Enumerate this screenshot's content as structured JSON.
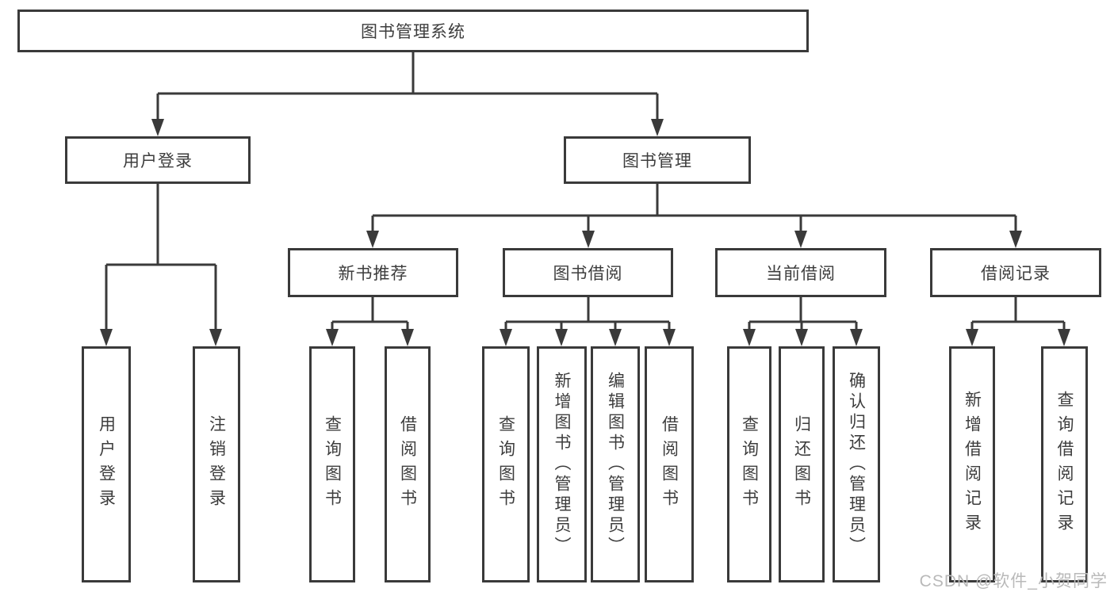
{
  "nodes": {
    "root": "图书管理系统",
    "user_login": "用户登录",
    "book_mgmt": "图书管理",
    "new_book": "新书推荐",
    "book_borrow": "图书借阅",
    "current_borrow": "当前借阅",
    "borrow_record": "借阅记录",
    "leaf_user_login": "用户登录",
    "leaf_logout": "注销登录",
    "leaf_nb_query": "查询图书",
    "leaf_nb_borrow": "借阅图书",
    "leaf_bb_query": "查询图书",
    "leaf_bb_add": "新增图书（管理员）",
    "leaf_bb_edit": "编辑图书（管理员）",
    "leaf_bb_borrow": "借阅图书",
    "leaf_cb_query": "查询图书",
    "leaf_cb_return": "归还图书",
    "leaf_cb_confirm": "确认归还（管理员）",
    "leaf_br_add": "新增借阅记录",
    "leaf_br_query": "查询借阅记录"
  },
  "colors": {
    "line": "#3a3a3a",
    "text": "#3d3d3d",
    "background": "#ffffff",
    "watermark": "#b9b9b9"
  },
  "watermark": "CSDN @软件_小贺同学"
}
